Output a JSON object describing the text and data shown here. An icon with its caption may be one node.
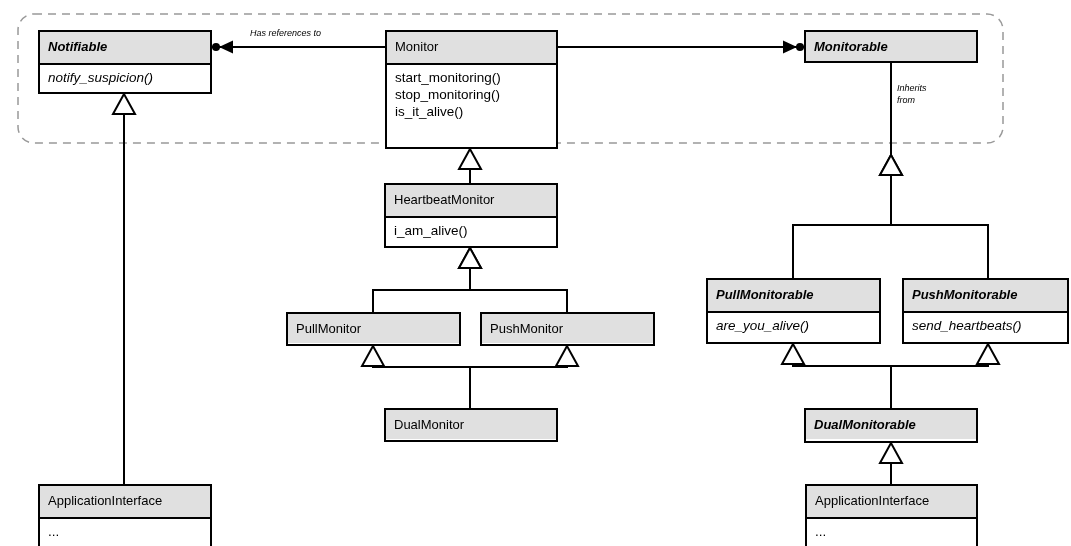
{
  "diagram": {
    "nodes": [
      {
        "text": [
          "Notifiable",
          "notify_suspicion()"
        ]
      },
      {
        "text": [
          "Monitor",
          "start_monitoring()",
          "stop_monitoring()",
          "is_it_alive()"
        ]
      },
      {
        "text": [
          "Monitorable"
        ]
      },
      {
        "text": [
          "HeartbeatMonitor",
          "i_am_alive()"
        ]
      },
      {
        "text": [
          "PullMonitor"
        ]
      },
      {
        "text": [
          "PushMonitor"
        ]
      },
      {
        "text": [
          "PullMonitorable",
          "are_you_alive()"
        ]
      },
      {
        "text": [
          "PushMonitorable",
          "send_heartbeats()"
        ]
      },
      {
        "text": [
          "DualMonitor"
        ]
      },
      {
        "text": [
          "DualMonitorable"
        ]
      },
      {
        "text": [
          "ApplicationInterface",
          "..."
        ]
      },
      {
        "text": [
          "ApplicationInterface",
          "..."
        ]
      }
    ],
    "edges": [
      {
        "from": 1,
        "to": 0,
        "arrow": "to",
        "label": "Has references to"
      },
      {
        "from": 1,
        "to": 2,
        "arrow": "to"
      },
      {
        "from": 3,
        "to": 1,
        "arrow": "to"
      },
      {
        "from": 4,
        "to": 3,
        "arrow": "to"
      },
      {
        "from": 5,
        "to": 3,
        "arrow": "to"
      },
      {
        "from": 8,
        "to": 4,
        "arrow": "to"
      },
      {
        "from": 8,
        "to": 5,
        "arrow": "to"
      },
      {
        "from": 10,
        "to": 0,
        "arrow": "to"
      },
      {
        "from": 6,
        "to": 2,
        "arrow": "to",
        "label": "Inherits from"
      },
      {
        "from": 7,
        "to": 2,
        "arrow": "to"
      },
      {
        "from": 9,
        "to": 6,
        "arrow": "to"
      },
      {
        "from": 9,
        "to": 7,
        "arrow": "to"
      },
      {
        "from": 11,
        "to": 9,
        "arrow": "to"
      }
    ]
  }
}
